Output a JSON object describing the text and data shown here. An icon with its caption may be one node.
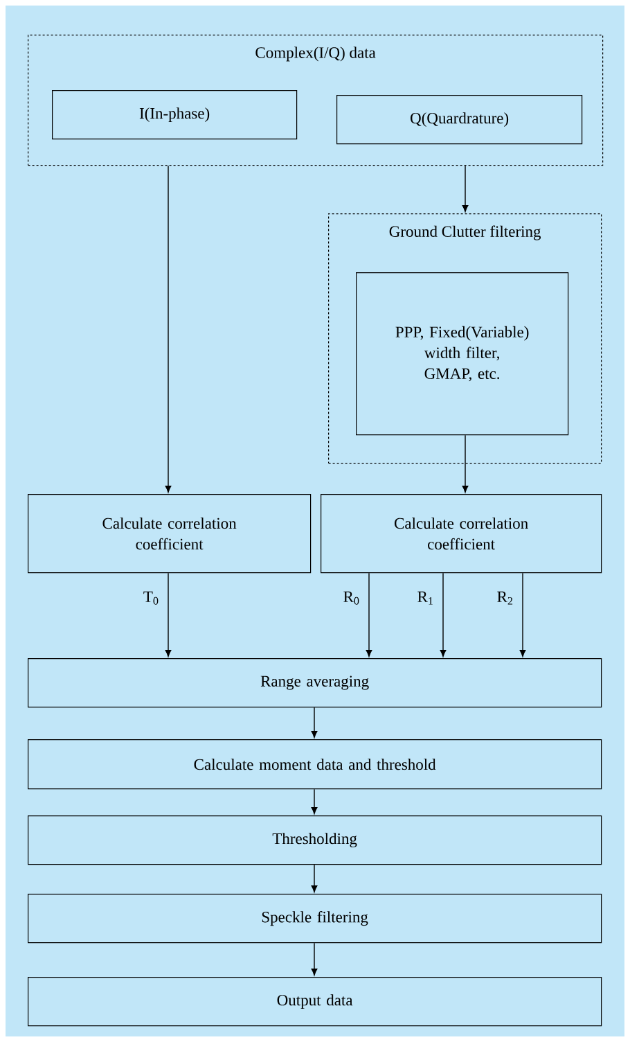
{
  "diagram": {
    "nodes": [
      {
        "text": [
          "Complex(I/Q) data"
        ]
      },
      {
        "text": [
          "I(In-phase)"
        ],
        "in": 0
      },
      {
        "text": [
          "Q(Quardrature)"
        ],
        "in": 0
      },
      {
        "text": [
          "Ground Clutter filtering"
        ]
      },
      {
        "text": [
          "PPP, Fixed(Variable) width filter, GMAP, etc."
        ],
        "in": 3
      },
      {
        "text": [
          "Calculate correlation coefficient"
        ]
      },
      {
        "text": [
          "Calculate correlation coefficient"
        ]
      },
      {
        "text": [
          "Range averaging"
        ]
      },
      {
        "text": [
          "Calculate moment data and threshold"
        ]
      },
      {
        "text": [
          "Thresholding"
        ]
      },
      {
        "text": [
          "Speckle filtering"
        ]
      },
      {
        "text": [
          "Output data"
        ]
      }
    ],
    "edges": [
      {
        "from": 0,
        "to": 5,
        "arrow": "to"
      },
      {
        "from": 0,
        "to": 3,
        "arrow": "to"
      },
      {
        "from": 4,
        "to": 6,
        "arrow": "to"
      },
      {
        "from": 5,
        "to": 7,
        "arrow": "to",
        "label": "T$_{0}$"
      },
      {
        "from": 6,
        "to": 7,
        "arrow": "to",
        "label": "R$_{0}$"
      },
      {
        "from": 6,
        "to": 7,
        "arrow": "to",
        "label": "R$_{1}$"
      },
      {
        "from": 6,
        "to": 7,
        "arrow": "to",
        "label": "R$_{2}$"
      },
      {
        "from": 7,
        "to": 8,
        "arrow": "to"
      },
      {
        "from": 8,
        "to": 9,
        "arrow": "to"
      },
      {
        "from": 9,
        "to": 10,
        "arrow": "to"
      },
      {
        "from": 10,
        "to": 11,
        "arrow": "to"
      }
    ]
  }
}
